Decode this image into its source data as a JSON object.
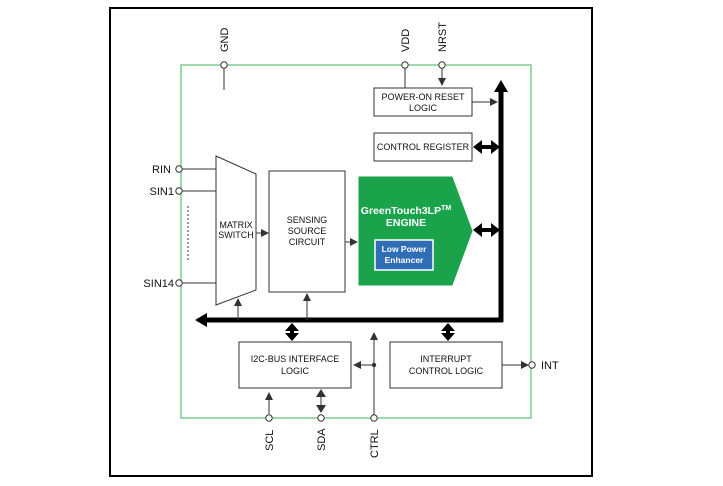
{
  "pins": {
    "gnd": "GND",
    "vdd": "VDD",
    "nrst": "NRST",
    "rin": "RIN",
    "sin1": "SIN1",
    "sin14": "SIN14",
    "int": "INT",
    "scl": "SCL",
    "sda": "SDA",
    "ctrl": "CTRL"
  },
  "blocks": {
    "por_line1": "POWER-ON RESET",
    "por_line2": "LOGIC",
    "control_register": "CONTROL REGISTER",
    "matrix_line1": "MATRIX",
    "matrix_line2": "SWITCH",
    "sensing_line1": "SENSING",
    "sensing_line2": "SOURCE",
    "sensing_line3": "CIRCUIT",
    "engine_line1": "GreenTouch3LP",
    "engine_tm": "TM",
    "engine_line2": "ENGINE",
    "enhancer_line1": "Low Power",
    "enhancer_line2": "Enhancer",
    "i2c_line1": "I2C-BUS INTERFACE",
    "i2c_line2": "LOGIC",
    "irq_line1": "INTERRUPT",
    "irq_line2": "CONTROL LOGIC"
  },
  "colors": {
    "chip_outline": "#7dcc8f",
    "engine_fill": "#1aa34a",
    "enhancer_fill": "#2f6db5",
    "bus": "#000000"
  }
}
